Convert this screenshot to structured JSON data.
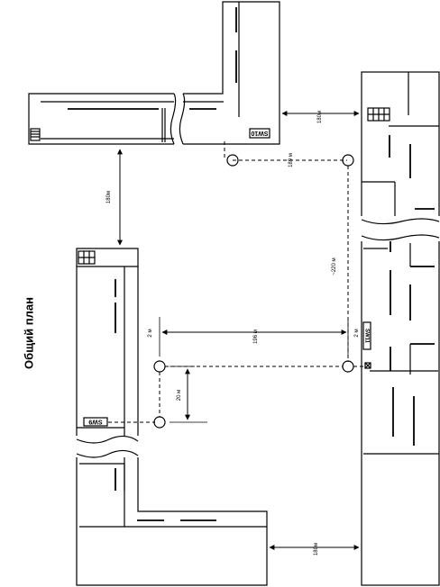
{
  "title": "Общий план",
  "switches": {
    "sw10": "SW10",
    "sw11": "SW11",
    "sw9": "SW9"
  },
  "dimensions": {
    "d_top_right": "180м",
    "d_left_vertical": "180м",
    "d_189": "189 м",
    "d_220": "~220 м",
    "d_196": "196 м",
    "d_2m_left": "2 м",
    "d_2m_right": "2 м",
    "d_20": "20 м",
    "d_bottom": "180м"
  }
}
